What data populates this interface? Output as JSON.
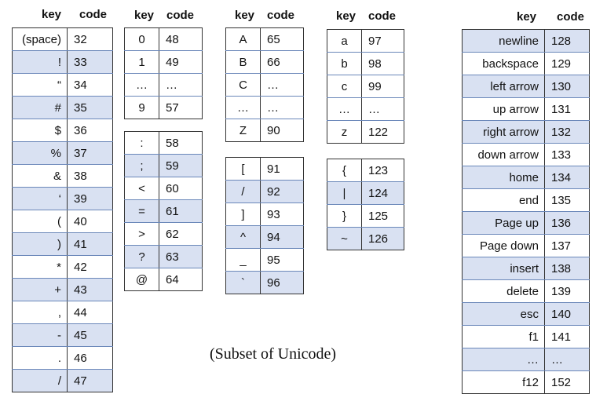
{
  "caption": "(Subset of Unicode)",
  "headers": {
    "key": "key",
    "code": "code"
  },
  "tables": [
    {
      "rows": [
        [
          "(space)",
          "32"
        ],
        [
          "!",
          "33"
        ],
        [
          "“",
          "34"
        ],
        [
          "#",
          "35"
        ],
        [
          "$",
          "36"
        ],
        [
          "%",
          "37"
        ],
        [
          "&",
          "38"
        ],
        [
          "‘",
          "39"
        ],
        [
          "(",
          "40"
        ],
        [
          ")",
          "41"
        ],
        [
          "*",
          "42"
        ],
        [
          "+",
          "43"
        ],
        [
          ",",
          "44"
        ],
        [
          "-",
          "45"
        ],
        [
          ".",
          "46"
        ],
        [
          "/",
          "47"
        ]
      ]
    },
    {
      "rows": [
        [
          "0",
          "48"
        ],
        [
          "1",
          "49"
        ],
        [
          "…",
          "…"
        ],
        [
          "9",
          "57"
        ]
      ]
    },
    {
      "rows": [
        [
          ":",
          "58"
        ],
        [
          ";",
          "59"
        ],
        [
          "<",
          "60"
        ],
        [
          "=",
          "61"
        ],
        [
          ">",
          "62"
        ],
        [
          "?",
          "63"
        ],
        [
          "@",
          "64"
        ]
      ]
    },
    {
      "rows": [
        [
          "A",
          "65"
        ],
        [
          "B",
          "66"
        ],
        [
          "C",
          "…"
        ],
        [
          "…",
          "…"
        ],
        [
          "Z",
          "90"
        ]
      ]
    },
    {
      "rows": [
        [
          "[",
          "91"
        ],
        [
          "/",
          "92"
        ],
        [
          "]",
          "93"
        ],
        [
          "^",
          "94"
        ],
        [
          "_",
          "95"
        ],
        [
          "`",
          "96"
        ]
      ]
    },
    {
      "rows": [
        [
          "a",
          "97"
        ],
        [
          "b",
          "98"
        ],
        [
          "c",
          "99"
        ],
        [
          "…",
          "…"
        ],
        [
          "z",
          "122"
        ]
      ]
    },
    {
      "rows": [
        [
          "{",
          "123"
        ],
        [
          "|",
          "124"
        ],
        [
          "}",
          "125"
        ],
        [
          "~",
          "126"
        ]
      ]
    },
    {
      "rows": [
        [
          "newline",
          "128"
        ],
        [
          "backspace",
          "129"
        ],
        [
          "left arrow",
          "130"
        ],
        [
          "up arrow",
          "131"
        ],
        [
          "right arrow",
          "132"
        ],
        [
          "down arrow",
          "133"
        ],
        [
          "home",
          "134"
        ],
        [
          "end",
          "135"
        ],
        [
          "Page up",
          "136"
        ],
        [
          "Page down",
          "137"
        ],
        [
          "insert",
          "138"
        ],
        [
          "delete",
          "139"
        ],
        [
          "esc",
          "140"
        ],
        [
          "f1",
          "141"
        ],
        [
          "…",
          "…"
        ],
        [
          "f12",
          "152"
        ]
      ]
    }
  ]
}
